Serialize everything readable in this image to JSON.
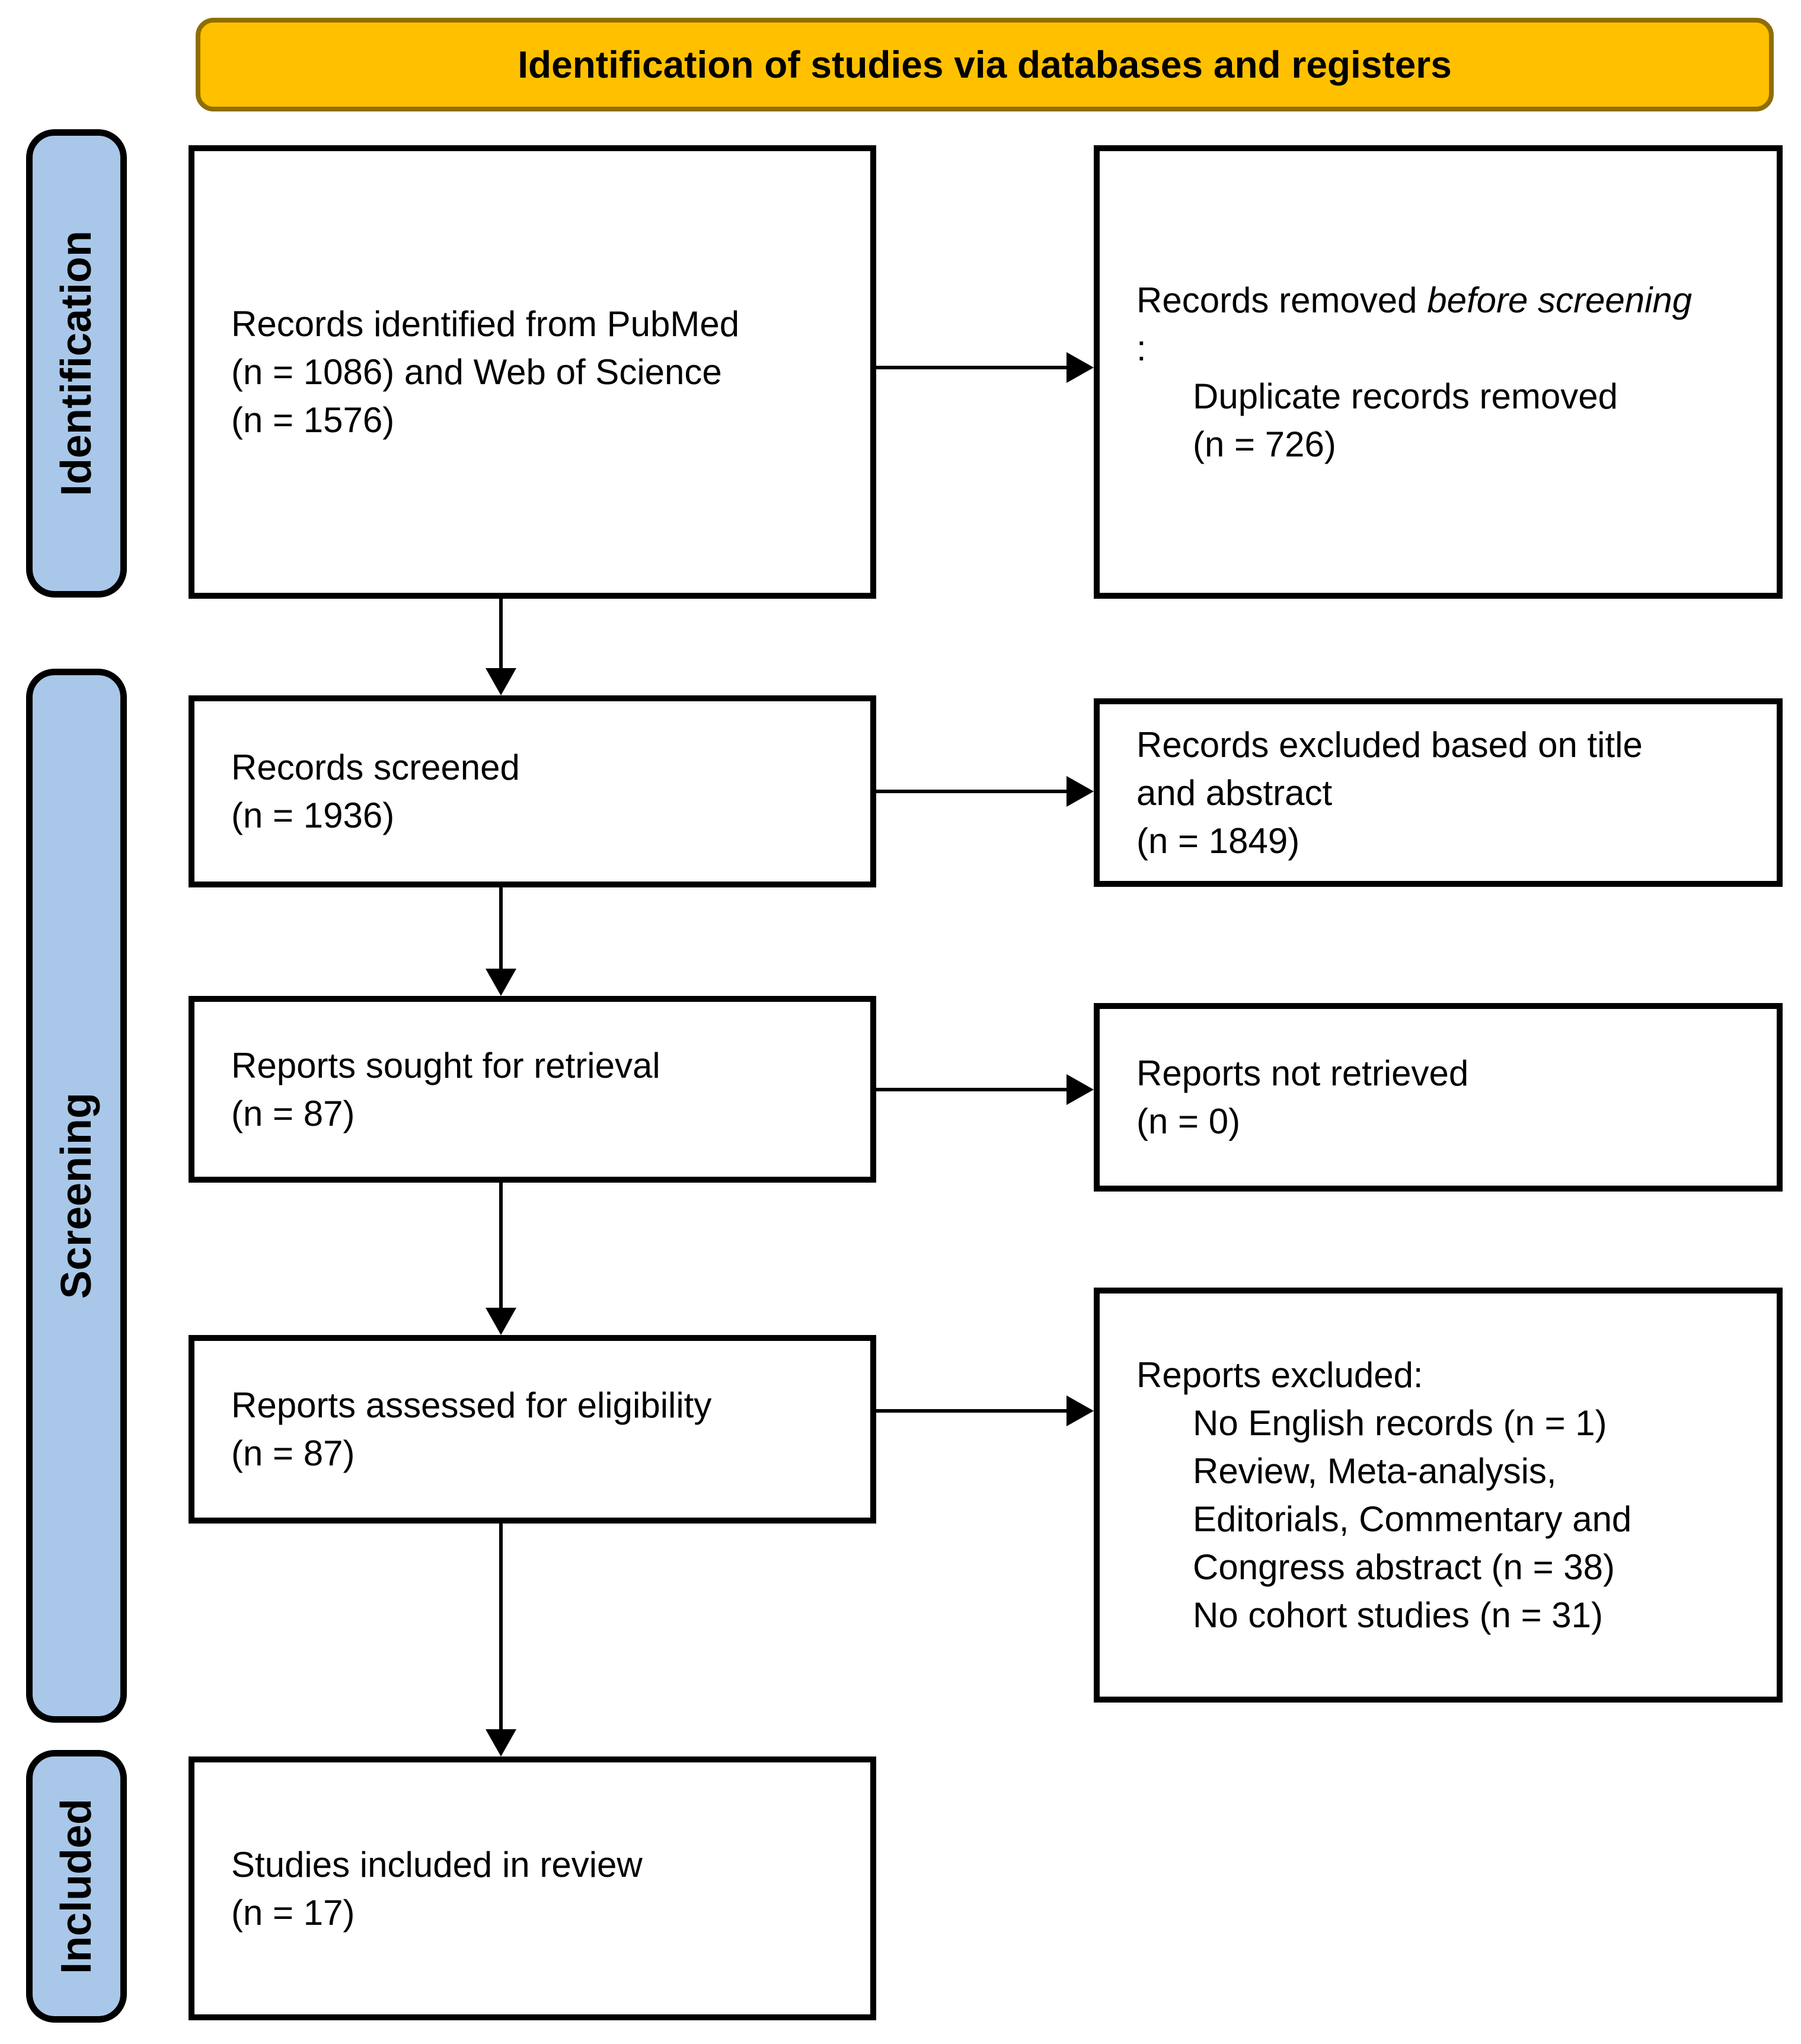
{
  "banner": {
    "label": "Identification of studies via databases and registers"
  },
  "sidebar": {
    "identification": "Identification",
    "screening": "Screening",
    "included": "Included"
  },
  "colors": {
    "banner_bg": "#FFC000",
    "banner_border": "#8F6E00",
    "stage_bg": "#A9C7E8",
    "box_border": "#000000",
    "text": "#000000"
  },
  "boxes": {
    "identified": {
      "line1": "Records identified from PubMed",
      "line2": "(n = 1086) and Web of Science",
      "line3": "(n = 1576)"
    },
    "removed_before_screening": {
      "prefix": "Records removed ",
      "italic": "before screening",
      "suffix": ":",
      "item_line1": "Duplicate records removed",
      "item_line2": "(n = 726)"
    },
    "screened": {
      "line1": "Records screened",
      "line2": "(n = 1936)"
    },
    "excluded_title_abstract": {
      "line1": "Records excluded based on title",
      "line2": "and abstract",
      "line3": "(n = 1849)"
    },
    "sought": {
      "line1": "Reports sought for retrieval",
      "line2": "(n = 87)"
    },
    "not_retrieved": {
      "line1": "Reports not retrieved",
      "line2": "(n = 0)"
    },
    "assessed": {
      "line1": "Reports assessed for eligibility",
      "line2": "(n = 87)"
    },
    "reports_excluded": {
      "heading": "Reports excluded:",
      "items": [
        "No English records (n = 1)",
        "Review, Meta-analysis,",
        "Editorials, Commentary and",
        "Congress abstract (n = 38)",
        "No cohort studies (n = 31)"
      ]
    },
    "included_review": {
      "line1": "Studies included in review",
      "line2": "(n = 17)"
    }
  }
}
